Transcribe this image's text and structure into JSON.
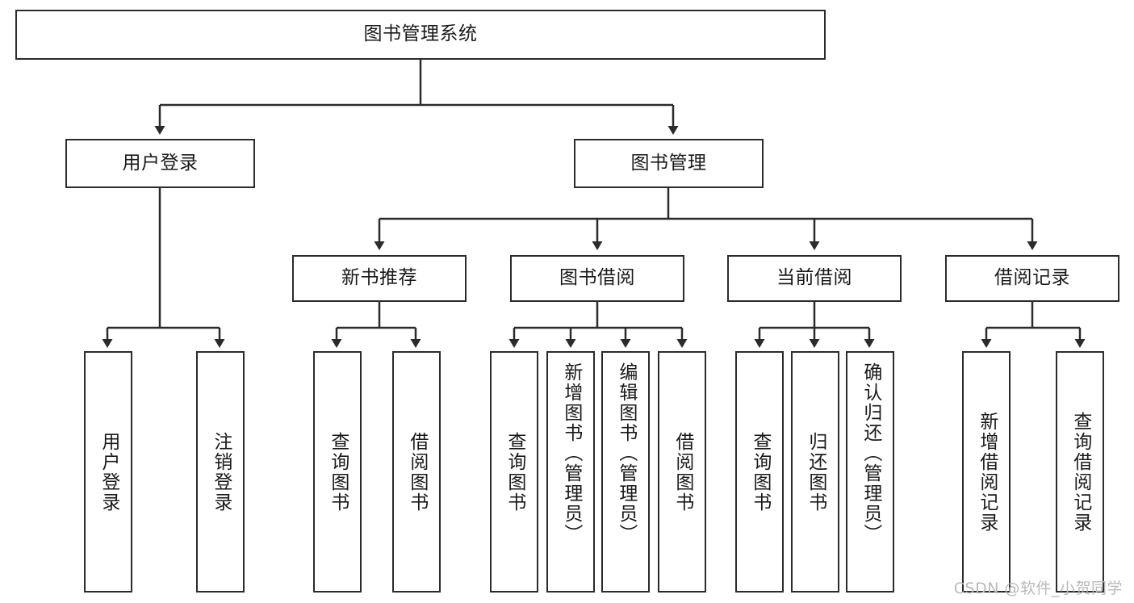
{
  "diagram": {
    "type": "tree-hierarchy-chart",
    "title_node": {
      "id": "root",
      "label": "图书管理系统"
    },
    "level2": [
      {
        "id": "user-login",
        "label": "用户登录"
      },
      {
        "id": "book-manage",
        "label": "图书管理"
      }
    ],
    "level3": [
      {
        "id": "new-book-recommend",
        "label": "新书推荐",
        "parent": "book-manage"
      },
      {
        "id": "book-borrow",
        "label": "图书借阅",
        "parent": "book-manage"
      },
      {
        "id": "current-borrow",
        "label": "当前借阅",
        "parent": "book-manage"
      },
      {
        "id": "borrow-record",
        "label": "借阅记录",
        "parent": "book-manage"
      }
    ],
    "leaves": [
      {
        "id": "leaf-user-login",
        "label": "用户登录",
        "parent": "user-login"
      },
      {
        "id": "leaf-logout-login",
        "label": "注销登录",
        "parent": "user-login"
      },
      {
        "id": "leaf-query-book-1",
        "label": "查询图书",
        "parent": "new-book-recommend"
      },
      {
        "id": "leaf-borrow-book-1",
        "label": "借阅图书",
        "parent": "new-book-recommend"
      },
      {
        "id": "leaf-query-book-2",
        "label": "查询图书",
        "parent": "book-borrow"
      },
      {
        "id": "leaf-add-book",
        "label": "新增图书（管理员）",
        "parent": "book-borrow"
      },
      {
        "id": "leaf-edit-book",
        "label": "编辑图书（管理员）",
        "parent": "book-borrow"
      },
      {
        "id": "leaf-borrow-book-2",
        "label": "借阅图书",
        "parent": "book-borrow"
      },
      {
        "id": "leaf-query-book-3",
        "label": "查询图书",
        "parent": "current-borrow"
      },
      {
        "id": "leaf-return-book",
        "label": "归还图书",
        "parent": "current-borrow"
      },
      {
        "id": "leaf-confirm-return",
        "label": "确认归还（管理员）",
        "parent": "current-borrow"
      },
      {
        "id": "leaf-add-record",
        "label": "新增借阅记录",
        "parent": "borrow-record"
      },
      {
        "id": "leaf-query-record",
        "label": "查询借阅记录",
        "parent": "borrow-record"
      }
    ],
    "watermark": "CSDN @软件_小贺同学",
    "colors": {
      "stroke": "#2b2b2b",
      "fill": "#ffffff",
      "text": "#1a1a1a",
      "watermark": "#b9b9b9",
      "background": "#ffffff"
    }
  }
}
